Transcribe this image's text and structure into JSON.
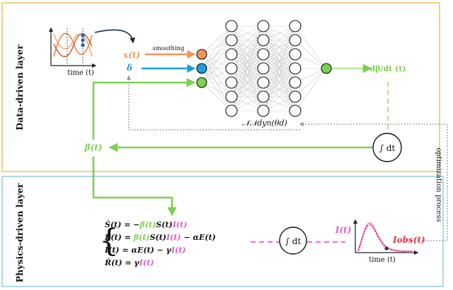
{
  "layers": {
    "data_layer": "Data-driven layer",
    "physics_layer": "Physics-driven layer"
  },
  "inputs": {
    "time_axis": "time (t)",
    "x_label": "x(t)",
    "delta_label": "δ",
    "smoothing": "smoothing"
  },
  "network": {
    "label": "𝒩𝒩dyn(θd)",
    "output_label": "dβ/dt (t)"
  },
  "integrator": {
    "label": "∫ dt"
  },
  "beta_label": "β(t)",
  "optimization": "optimization process",
  "equations": [
    "Ṡ(t) = −β(t)S(t)I(t)",
    "Ė(t) = β(t)S(t)I(t) − αE(t)",
    "İ(t) = αE(t) − γI(t)",
    "Ṙ(t) = γI(t)"
  ],
  "output": {
    "I_label": "I(t)",
    "I_obs_label": "Iobs(t)",
    "time_axis": "time (t)"
  },
  "colors": {
    "data_layer_border": "#e8c25a",
    "physics_layer_border": "#8fcfe6",
    "green": "#7cd14e",
    "orange": "#f0965a",
    "blue": "#1a9ee0",
    "magenta": "#e05ad0",
    "red": "#e0304a"
  }
}
